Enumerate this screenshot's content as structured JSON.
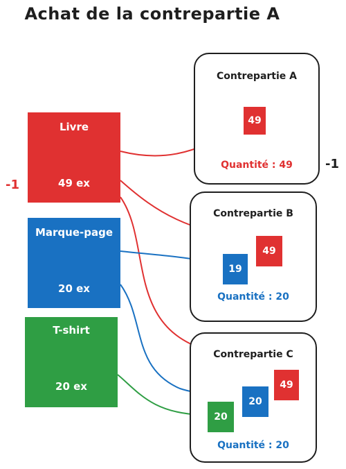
{
  "title": "Achat de la contrepartie A",
  "colors": {
    "red": "#e03131",
    "blue": "#1971c2",
    "green": "#2f9e44",
    "ink": "#1e1e1e"
  },
  "sources": [
    {
      "name": "Livre",
      "qty": "49 ex",
      "color": "red"
    },
    {
      "name": "Marque-page",
      "qty": "20 ex",
      "color": "blue"
    },
    {
      "name": "T-shirt",
      "qty": "20 ex",
      "color": "green"
    }
  ],
  "left_mark": "-1",
  "right_mark": "-1",
  "counterparts": [
    {
      "title": "Contrepartie A",
      "qty": "Quantité : 49",
      "qty_color": "red",
      "tokens": [
        {
          "value": "49",
          "color": "red"
        }
      ]
    },
    {
      "title": "Contrepartie B",
      "qty": "Quantité : 20",
      "qty_color": "blue",
      "tokens": [
        {
          "value": "49",
          "color": "red"
        },
        {
          "value": "19",
          "color": "blue"
        }
      ]
    },
    {
      "title": "Contrepartie C",
      "qty": "Quantité : 20",
      "qty_color": "blue",
      "tokens": [
        {
          "value": "49",
          "color": "red"
        },
        {
          "value": "20",
          "color": "blue"
        },
        {
          "value": "20",
          "color": "green"
        }
      ]
    }
  ]
}
